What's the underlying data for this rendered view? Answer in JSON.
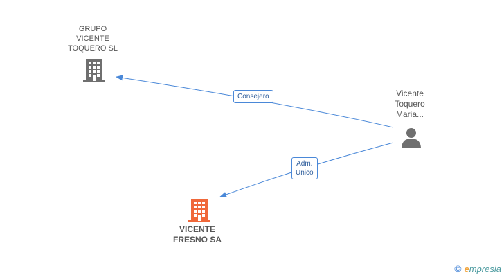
{
  "nodes": {
    "grupo": {
      "label": "GRUPO\nVICENTE\nTOQUERO SL",
      "icon": "building-icon",
      "color": "#6f6f6f"
    },
    "person": {
      "label": "Vicente\nToquero\nMaria...",
      "icon": "person-icon",
      "color": "#6f6f6f"
    },
    "fresno": {
      "label": "VICENTE\nFRESNO SA",
      "icon": "building-icon",
      "color": "#f0683a"
    }
  },
  "edges": [
    {
      "from": "person",
      "to": "grupo",
      "label": "Consejero"
    },
    {
      "from": "person",
      "to": "fresno",
      "label": "Adm.\nUnico"
    }
  ],
  "colors": {
    "edge": "#4a88d8"
  },
  "brand": {
    "copyright": "©",
    "first_letter": "e",
    "rest": "mpresia"
  }
}
